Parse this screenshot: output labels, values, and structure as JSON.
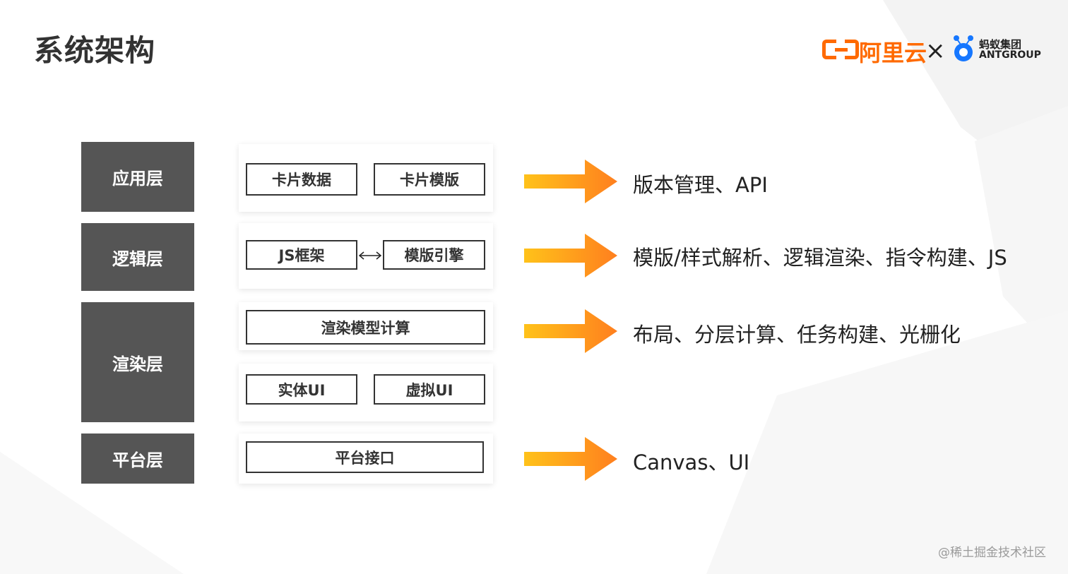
{
  "title": "系统架构",
  "logo": {
    "aliyun": "阿里云",
    "separator": "×",
    "ant_cn": "蚂蚁集团",
    "ant_en": "ANTGROUP"
  },
  "layers": {
    "app": "应用层",
    "logic": "逻辑层",
    "render": "渲染层",
    "platform": "平台层"
  },
  "modules": {
    "card_data": "卡片数据",
    "card_template": "卡片模版",
    "js_framework": "JS框架",
    "template_engine": "模版引擎",
    "render_model_calc": "渲染模型计算",
    "entity_ui": "实体UI",
    "virtual_ui": "虚拟UI",
    "platform_interface": "平台接口"
  },
  "descriptions": {
    "app": "版本管理、API",
    "logic": "模版/样式解析、逻辑渲染、指令构建、JS",
    "render": "布局、分层计算、任务构建、光栅化",
    "platform": "Canvas、UI"
  },
  "watermark": "@稀土掘金技术社区",
  "colors": {
    "layer_bg": "#555555",
    "arrow_start": "#ffc21a",
    "arrow_end": "#ff7f1e",
    "brand_orange": "#ff6a00",
    "ant_blue": "#1677ff"
  }
}
